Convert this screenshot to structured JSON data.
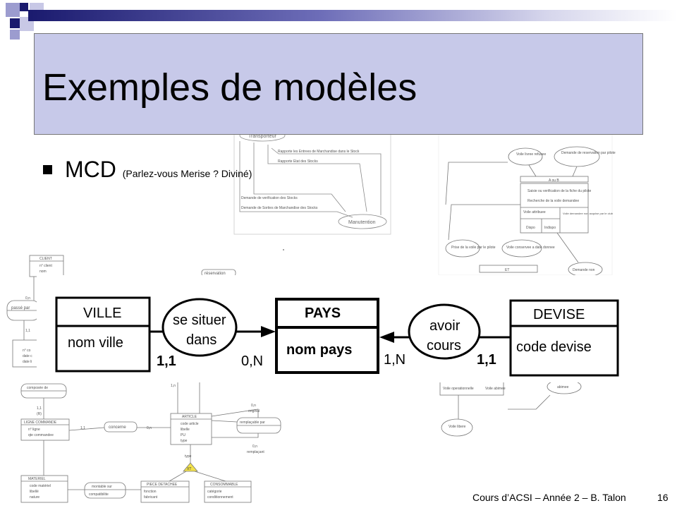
{
  "slide": {
    "title": "Exemples de modèles",
    "bullet_main": "MCD",
    "bullet_sub": "(Parlez-vous Merise ? Diviné)",
    "footer": "Cours d’ACSI – Année 2 – B. Talon",
    "page_number": "16"
  },
  "mcd": {
    "left_entity": {
      "name": "VILLE",
      "attribute": "nom ville"
    },
    "left_relation": {
      "line1": "se situer",
      "line2": "dans"
    },
    "left_cards": {
      "entity_side": "1,1",
      "pays_side": "0,N"
    },
    "center_entity": {
      "name": "PAYS",
      "attribute": "nom pays"
    },
    "right_relation": {
      "line1": "avoir",
      "line2": "cours"
    },
    "right_cards": {
      "pays_side": "1,N",
      "entity_side": "1,1"
    },
    "right_entity": {
      "name": "DEVISE",
      "attribute": "code devise"
    }
  },
  "background_flow": {
    "top_node": "Transporteur",
    "msg1": "Rapporte les Entrees de Marchandise dans le Stock",
    "msg2": "Rapporte Etat des Stocks",
    "msg3": "Demande de verification des Stocks",
    "msg4": "Demande de Sorties de Marchandise des Stocks",
    "bottom_node": "Manutention"
  },
  "background_petri": {
    "n1": "Voile livree refusee",
    "n2": "Demande de reservation par pilote",
    "bar1": "A ou B",
    "item1": "Saisie ou verification de la fiche du pilote",
    "item2": "Recherche de la voile demandee",
    "c1": "Voile attribuee",
    "c2": "Voile demandee non acquise par le club",
    "d1": "Dispo",
    "d2": "Indispo",
    "n3": "Prise de la voile par le pilote",
    "n4": "Voile conservee a date donnee",
    "bar2": "ET",
    "n5": "Demande non",
    "n6": "Voile operationnelle",
    "n7": "Voile abimee",
    "n8": "abimee",
    "n9": "Voile libere"
  },
  "background_uml": {
    "client": "CLIENT",
    "client_id": "n° client",
    "client_attr": "nom",
    "passe_par": "passé par",
    "commande_id": "n° co",
    "commande_a1": "date c",
    "commande_a2": "date li",
    "reservation": "réservation",
    "compose_de": "composée de",
    "ligne_cmd": "LIGNE COMMANDE",
    "ligne_id": "n° ligne",
    "ligne_attr": "qte commandee",
    "concerne": "concerne",
    "article": "ARTICLE",
    "article_id": "code article",
    "article_a1": "libelle",
    "article_a2": "PU",
    "article_a3": "type",
    "original": "original",
    "remplacable_par": "remplaçable par",
    "remplacant": "remplaçant",
    "type": "type",
    "xt": "XT",
    "materiel": "MATERIEL",
    "materiel_id": "code matériel",
    "materiel_a1": "libellé",
    "materiel_a2": "nature",
    "montable_sur": "montable sur",
    "compatibilite": "compatibilite",
    "piece": "PIECE DETACHEE",
    "piece_a1": "fonction",
    "piece_a2": "fabricant",
    "consommable": "CONSOMMABLE",
    "conso_a1": "catégorie",
    "conso_a2": "conditionnement",
    "c_0n": "0,n",
    "c_11": "1,1",
    "c_11r": "(R)",
    "c_1n": "1,n"
  },
  "colors": {
    "title_bg": "#c7c9e9",
    "bar_dark": "#1a1a6e",
    "accent_square_light": "#9c9ccf",
    "accent_square_dark": "#1a1a6e"
  }
}
